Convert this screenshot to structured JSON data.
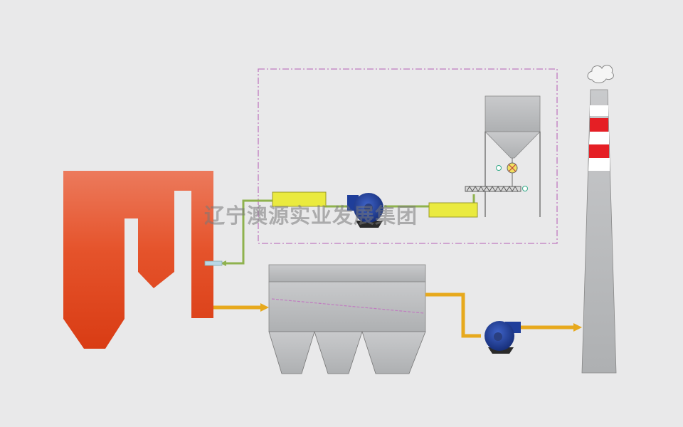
{
  "watermark": {
    "text": "辽宁澳源实业发展集团"
  },
  "diagram": {
    "components": [
      "boiler",
      "flue-duct",
      "dust-collector",
      "induced-draft-fan",
      "chimney",
      "sorbent-injection-system"
    ],
    "injection_system": [
      "silo",
      "rotary-valve",
      "screw-feeder",
      "feed-blower",
      "pipe-heaters"
    ]
  },
  "colors": {
    "background": "#e9e9ea",
    "boiler": "#e04a1f",
    "flue": "#e7a91d",
    "pipe": "#8fb24e",
    "heater": "#eaea3f",
    "fan": "#1f3e9a",
    "equipment": "#b9bbbd",
    "chimney_stripe": "#e51f25",
    "boundary": "#c07bc0"
  }
}
